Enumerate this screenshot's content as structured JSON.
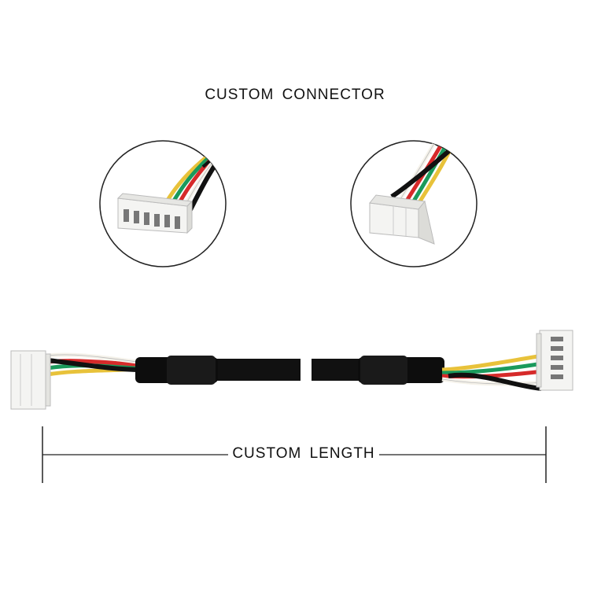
{
  "labels": {
    "connector": "CUSTOM CONNECTOR",
    "length": "CUSTOM LENGTH"
  },
  "colors": {
    "background": "#ffffff",
    "cable_jacket": "#111111",
    "connector_housing": "#f4f4f2",
    "wire_colors": [
      "#e8c23a",
      "#1a9a5c",
      "#d62a2a",
      "#f5f2ea",
      "#111111"
    ]
  },
  "icons": [
    "detail-zoom-circle",
    "cable-connector",
    "dimension-arrow"
  ]
}
